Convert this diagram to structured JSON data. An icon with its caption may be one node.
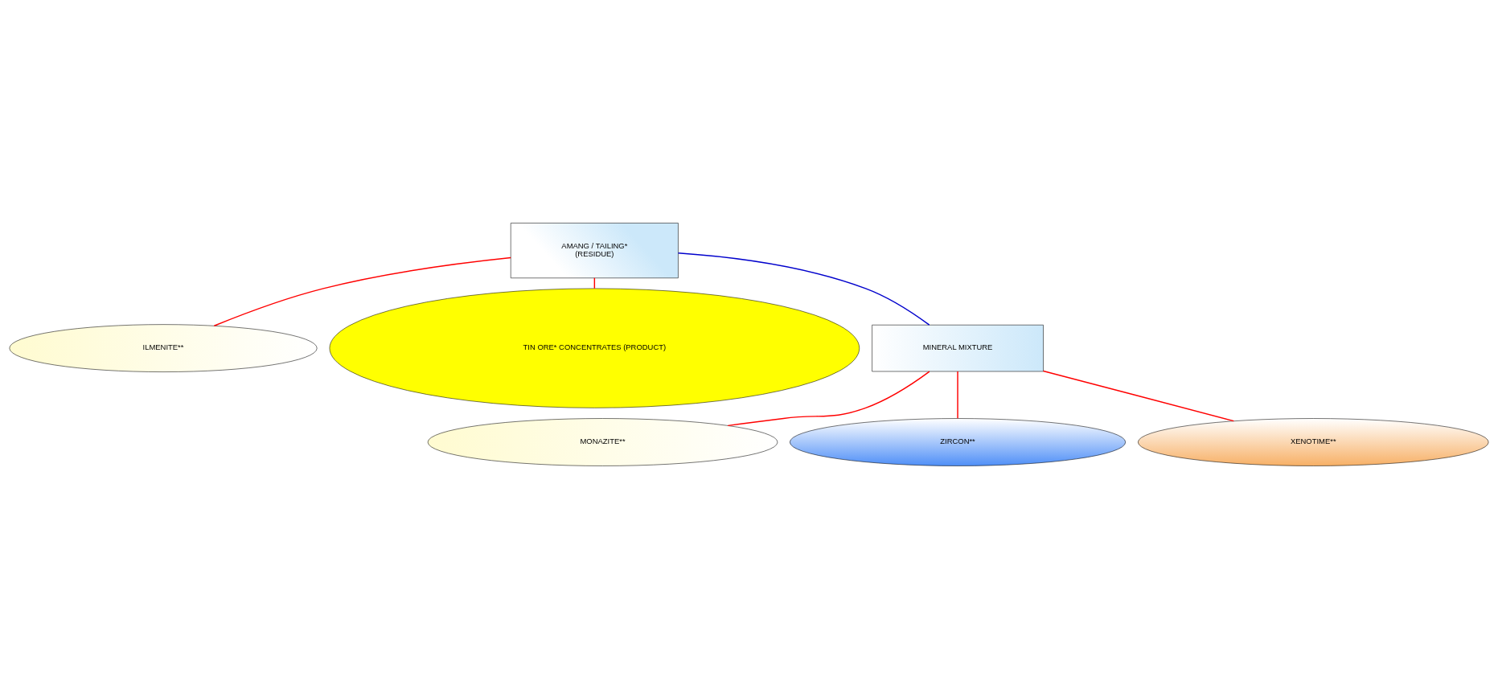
{
  "diagram": {
    "nodes": [
      {
        "text": [
          "AMANG / TAILING*",
          "(RESIDUE)"
        ]
      },
      {
        "text": [
          "ILMENITE**"
        ]
      },
      {
        "text": [
          "TIN ORE* CONCENTRATES (PRODUCT)"
        ]
      },
      {
        "text": [
          "MINERAL MIXTURE"
        ]
      },
      {
        "text": [
          "MONAZITE**"
        ]
      },
      {
        "text": [
          "ZIRCON**"
        ]
      },
      {
        "text": [
          "XENOTIME**"
        ]
      }
    ],
    "edges": [
      {
        "from": 0,
        "to": 1,
        "arrow": "none"
      },
      {
        "from": 0,
        "to": 3,
        "arrow": "none",
        "color": "#0000cc"
      },
      {
        "from": 0,
        "to": 2,
        "arrow": "none"
      },
      {
        "from": 3,
        "to": 4,
        "arrow": "none"
      },
      {
        "from": 3,
        "to": 5,
        "arrow": "none"
      },
      {
        "from": 3,
        "to": 6,
        "arrow": "none"
      }
    ]
  }
}
